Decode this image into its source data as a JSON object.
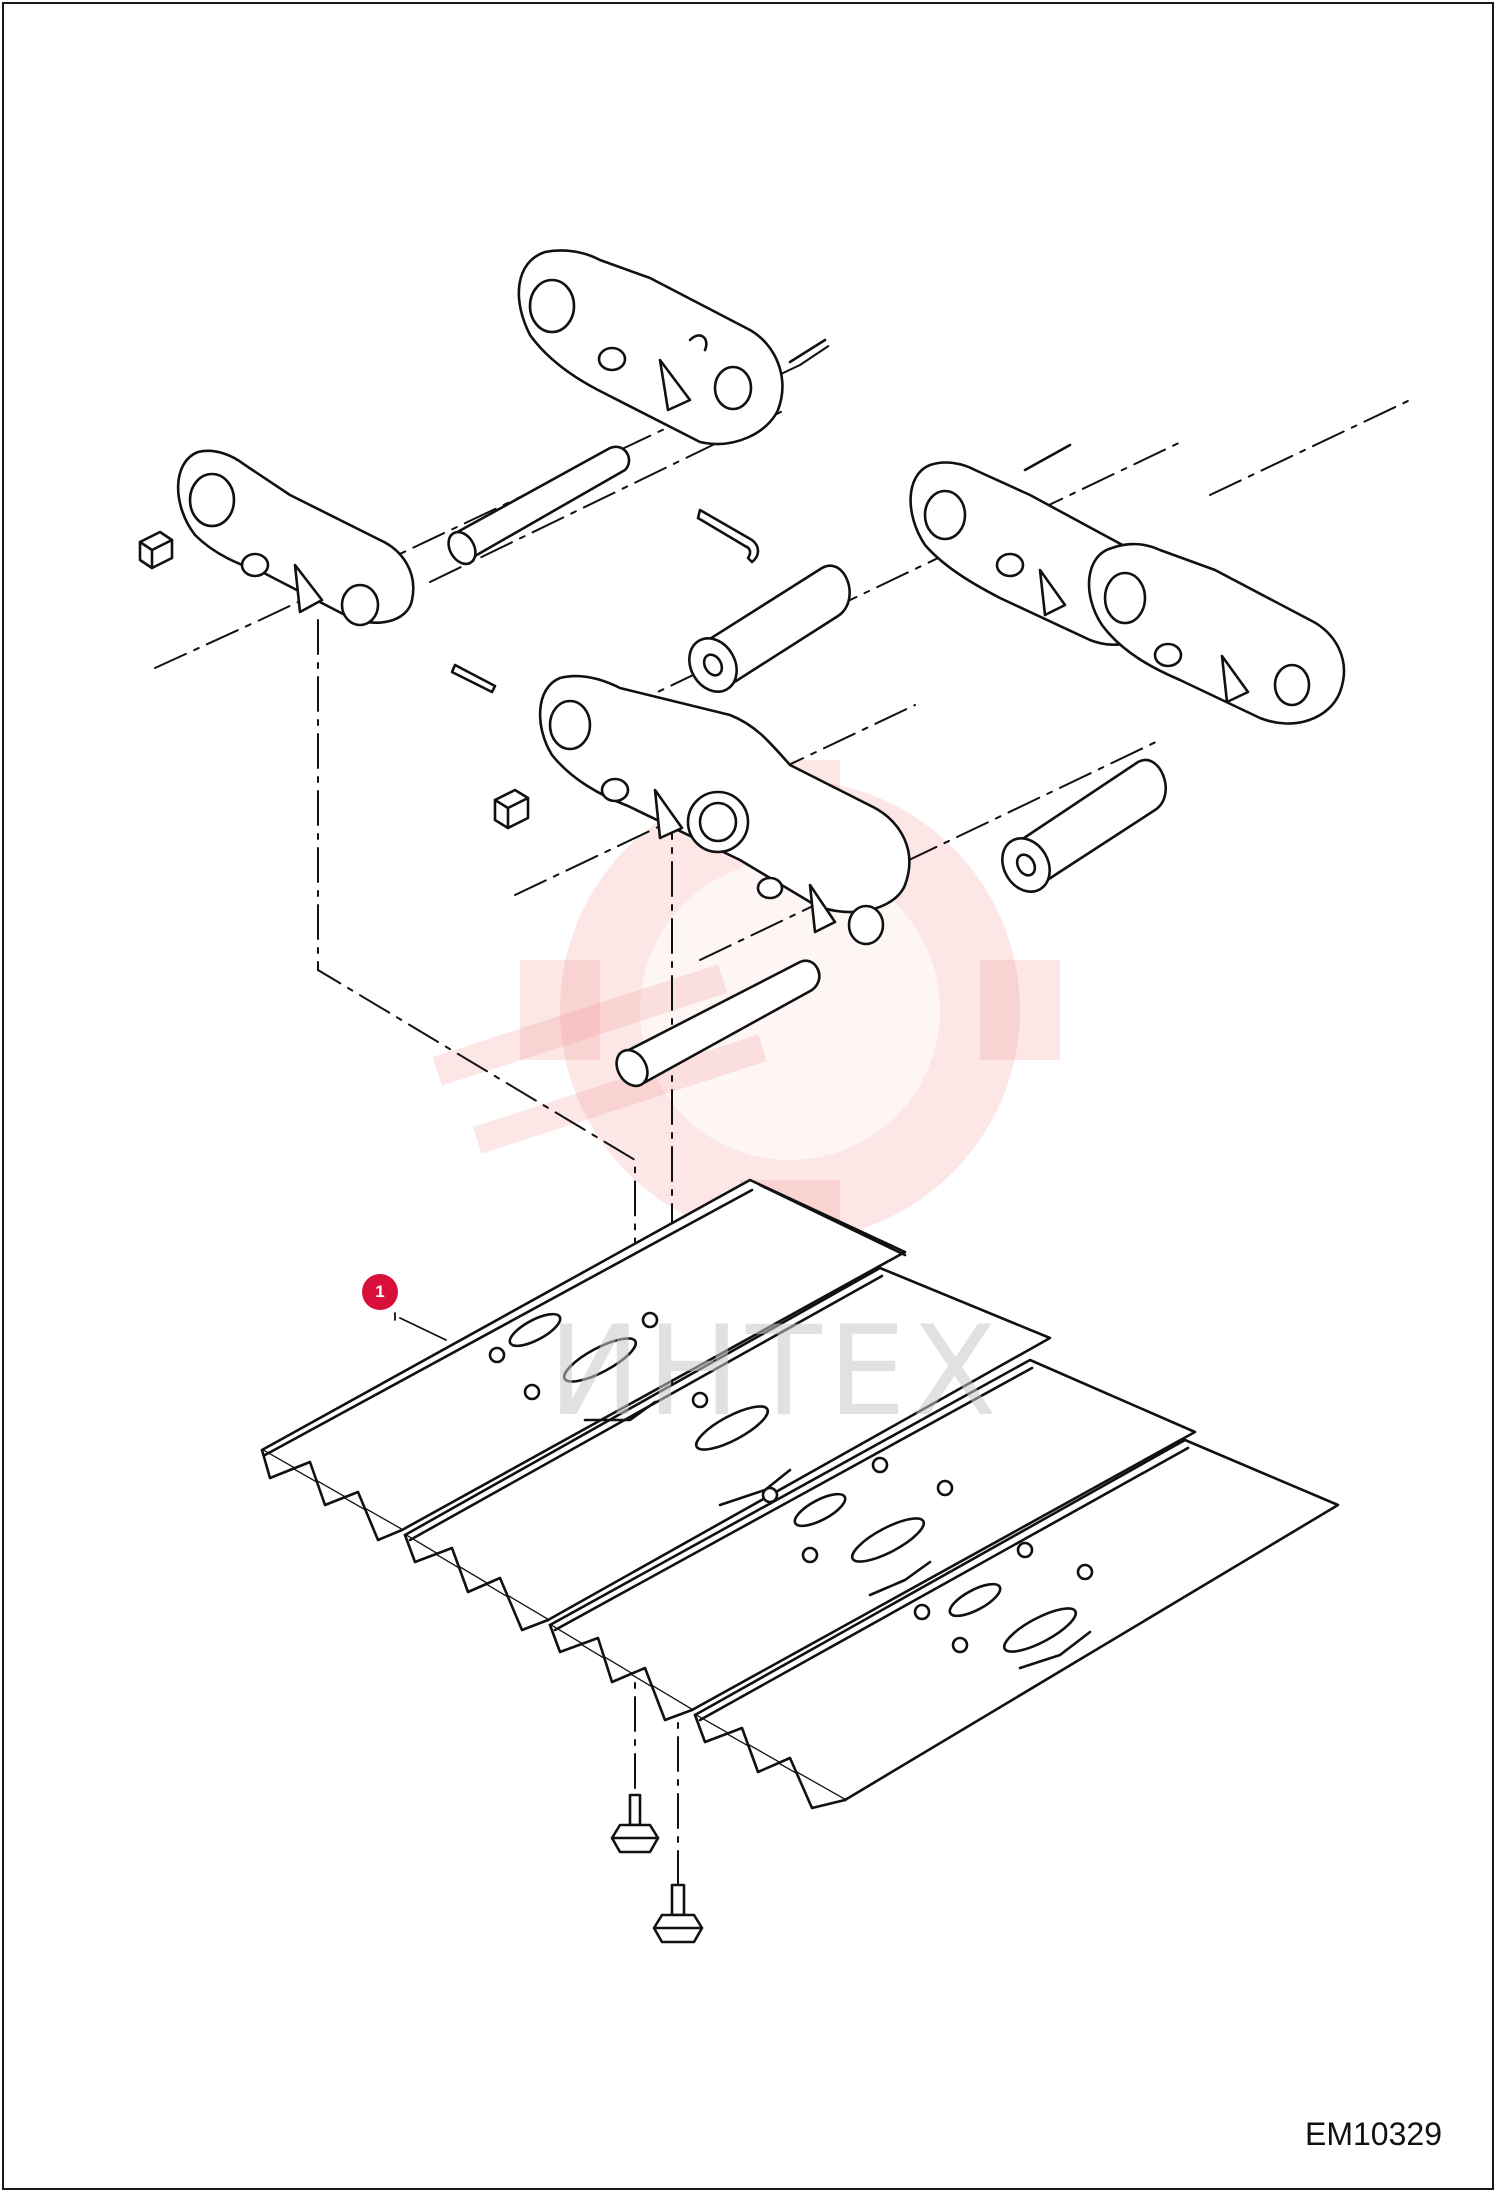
{
  "drawing": {
    "code": "EM10329",
    "callouts": [
      {
        "number": "1"
      }
    ],
    "watermark": {
      "text": "ИНТЕХ"
    }
  },
  "colors": {
    "callout": "#d8103b",
    "line": "#111111",
    "watermark_logo": "#f28c8c",
    "watermark_text": "#c9c9c9"
  }
}
